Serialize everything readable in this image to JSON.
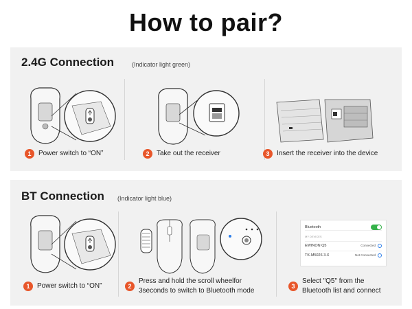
{
  "title": "How to pair?",
  "section_24g": {
    "title": "2.4G Connection",
    "subtitle": "(Indicator light green)",
    "steps": [
      {
        "num": "1",
        "text": "Power switch to “ON”"
      },
      {
        "num": "2",
        "text": "Take out the receiver"
      },
      {
        "num": "3",
        "text": "Insert the receiver into the device"
      }
    ]
  },
  "section_bt": {
    "title": "BT Connection",
    "subtitle": "(Indicator light blue)",
    "steps": [
      {
        "num": "1",
        "text": "Power switch to “ON”"
      },
      {
        "num": "2",
        "line1": "Press and hold the scroll wheelfor",
        "line2": "3seconds to switch to Bluetooth mode"
      },
      {
        "num": "3",
        "line1": "Select \"Q5\" from the",
        "line2": "Bluetooth list and connect"
      }
    ],
    "bt_card": {
      "header": "Bluetooth",
      "section": "MY DEVICES",
      "devices": [
        {
          "name": "EWINON Q5",
          "status": "Connected"
        },
        {
          "name": "TK-M5026 3.X",
          "status": "Not Connected"
        }
      ]
    }
  },
  "colors": {
    "accent": "#e8562a",
    "panel": "#f1f1f1",
    "toggle": "#35b24a",
    "bt_light": "#2b7de9"
  }
}
